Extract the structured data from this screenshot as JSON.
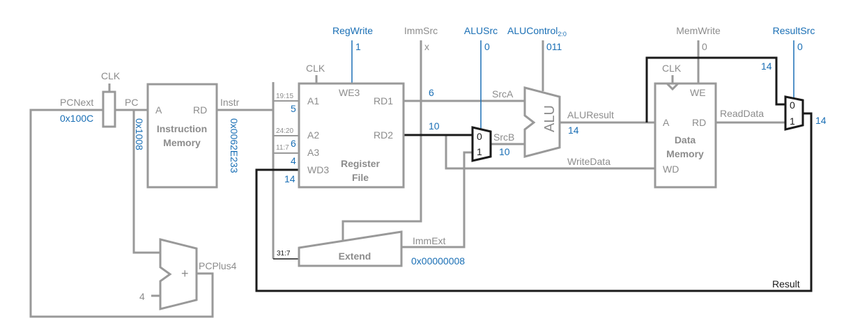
{
  "colors": {
    "active_value": "#1a6fb5",
    "inactive_wire": "#999999",
    "active_wire": "#1a1a1a"
  },
  "pc_register": {
    "clk_label": "CLK",
    "input_label": "PCNext",
    "output_label": "PC",
    "pcnext_value": "0x100C",
    "pc_value": "0x1008"
  },
  "instruction_memory": {
    "port_a": "A",
    "port_rd": "RD",
    "title_line1": "Instruction",
    "title_line2": "Memory",
    "output_label": "Instr",
    "instr_value": "0x0062E233"
  },
  "register_file": {
    "clk_label": "CLK",
    "port_a1": "A1",
    "port_a2": "A2",
    "port_a3": "A3",
    "port_wd3": "WD3",
    "port_we3": "WE3",
    "port_rd1": "RD1",
    "port_rd2": "RD2",
    "title_line1": "Register",
    "title_line2": "File",
    "field_a1": "19:15",
    "field_a2": "24:20",
    "field_a3": "11:7",
    "field_ext": "31:7",
    "a1_value": "5",
    "a2_value": "6",
    "a3_value": "4",
    "wd3_value": "14",
    "rd1_value": "6",
    "rd2_value": "10"
  },
  "control": {
    "regwrite_label": "RegWrite",
    "regwrite_value": "1",
    "immsrc_label": "ImmSrc",
    "immsrc_value": "x",
    "alusrc_label": "ALUSrc",
    "alusrc_value": "0",
    "alucontrol_label": "ALUControl",
    "alucontrol_sub": "2:0",
    "alucontrol_value": "011",
    "memwrite_label": "MemWrite",
    "memwrite_value": "0",
    "resultsrc_label": "ResultSrc",
    "resultsrc_value": "0"
  },
  "alu": {
    "label": "ALU",
    "srca_label": "SrcA",
    "srcb_label": "SrcB",
    "srcb_value": "10",
    "result_label": "ALUResult",
    "result_value": "14",
    "writedata_label": "WriteData"
  },
  "srcb_mux": {
    "in0": "0",
    "in1": "1"
  },
  "extend": {
    "label": "Extend",
    "output_label": "ImmExt",
    "immext_value": "0x00000008"
  },
  "data_memory": {
    "clk_label": "CLK",
    "port_a": "A",
    "port_rd": "RD",
    "port_we": "WE",
    "port_wd": "WD",
    "title_line1": "Data",
    "title_line2": "Memory",
    "readdata_label": "ReadData"
  },
  "result_mux": {
    "in0": "0",
    "in1": "1",
    "in0_value": "14",
    "out_value": "14",
    "result_label": "Result"
  },
  "pc_adder": {
    "symbol": "+",
    "const_input": "4",
    "output_label": "PCPlus4"
  }
}
